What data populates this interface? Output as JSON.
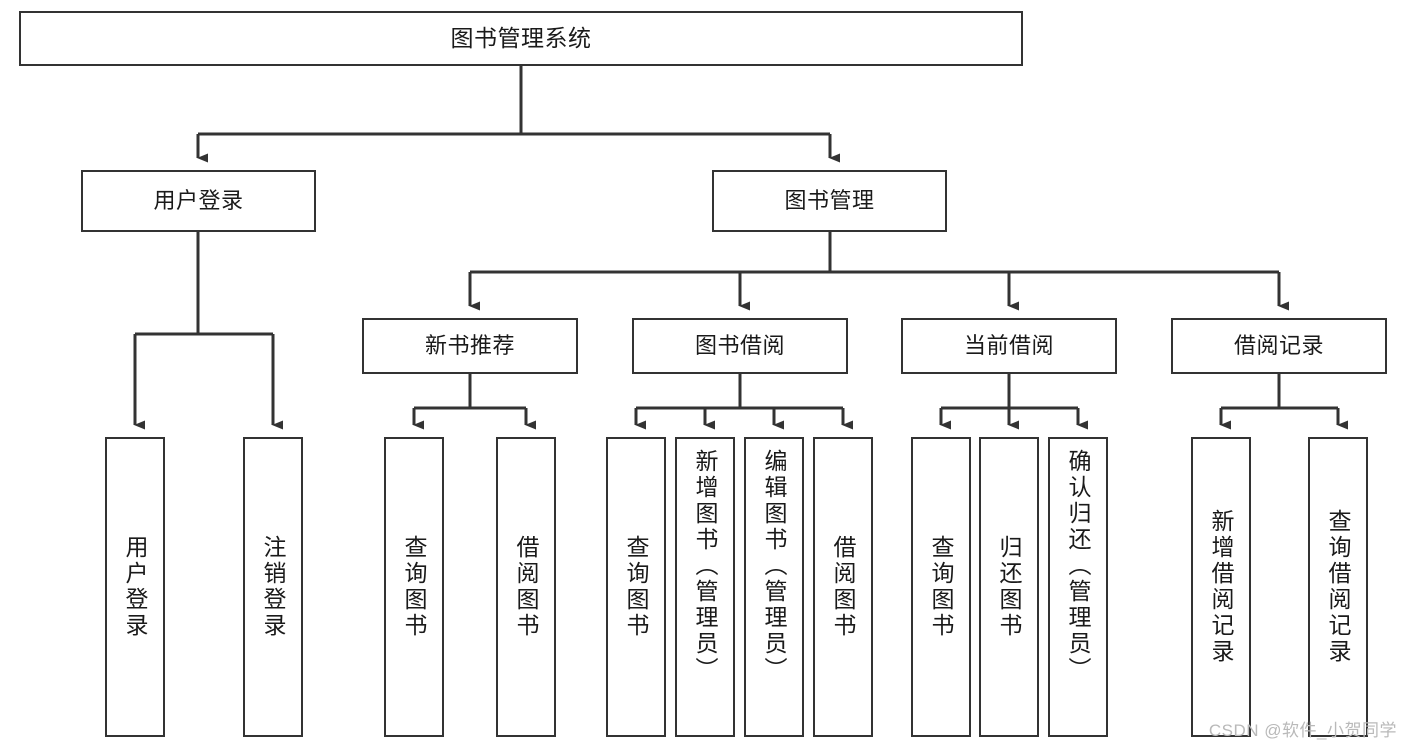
{
  "diagram": {
    "title": "图书管理系统",
    "type": "tree-diagram",
    "colors": {
      "box_border": "#333333",
      "box_fill": "#ffffff",
      "edge": "#333333",
      "text": "#1a1a1a",
      "watermark": "#b9b9b9",
      "background": "#ffffff"
    }
  },
  "nodes": {
    "root": {
      "label": "图书管理系统"
    },
    "level2": [
      {
        "label": "用户登录"
      },
      {
        "label": "图书管理"
      }
    ],
    "level3": [
      {
        "label": "新书推荐"
      },
      {
        "label": "图书借阅"
      },
      {
        "label": "当前借阅"
      },
      {
        "label": "借阅记录"
      }
    ],
    "leaves": {
      "user_login": [
        {
          "label": "用户登录"
        },
        {
          "label": "注销登录"
        }
      ],
      "new_book_recommend": [
        {
          "label": "查询图书"
        },
        {
          "label": "借阅图书"
        }
      ],
      "book_borrow": [
        {
          "label": "查询图书"
        },
        {
          "label": "新增图书（管理员）"
        },
        {
          "label": "编辑图书（管理员）"
        },
        {
          "label": "借阅图书"
        }
      ],
      "current_borrow": [
        {
          "label": "查询图书"
        },
        {
          "label": "归还图书"
        },
        {
          "label": "确认归还（管理员）"
        }
      ],
      "borrow_record": [
        {
          "label": "新增借阅记录"
        },
        {
          "label": "查询借阅记录"
        }
      ]
    }
  },
  "watermark": {
    "text": "CSDN @软件_小贺同学"
  }
}
